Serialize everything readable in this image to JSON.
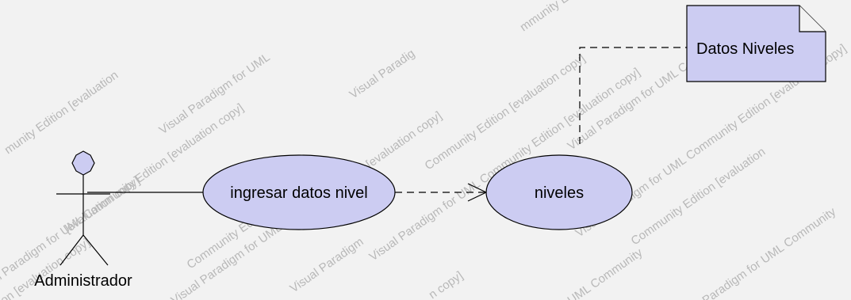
{
  "diagram": {
    "actor": {
      "name": "Administrador"
    },
    "use_cases": [
      {
        "name": "ingresar datos nivel"
      },
      {
        "name": "niveles"
      }
    ],
    "note": {
      "text": "Datos Niveles"
    },
    "watermarks": [
      "munity Edition [evaluation",
      "Visual Paradigm for UML",
      "Visual Paradig",
      "mmunity Edition [eva",
      "Visual Paradigm for UML Community Edition [evaluation copy]",
      "Visual Paradigm for UML Community Edition [evaluation copy]",
      "Visual Paradigm for UML Community Edition [evaluation copy]",
      "Visual Paradigm for UML Community Edition [evaluation copy]",
      "[evaluation copy]",
      "Community Edition [evaluation copy]",
      "Visual Paradigm for UML Community",
      "Community Edition [evaluation",
      "on [evaluation copy]",
      "Community Edition",
      "Visual Paradigm",
      "n copy]",
      "UML Community",
      "Paradigm for UML Community"
    ],
    "colors": {
      "background": "#f2f2f2",
      "shape_fill": "#ccccf2",
      "note_fill": "#ccccf2",
      "stroke": "#000000",
      "watermark": "#b8b8b8"
    }
  }
}
